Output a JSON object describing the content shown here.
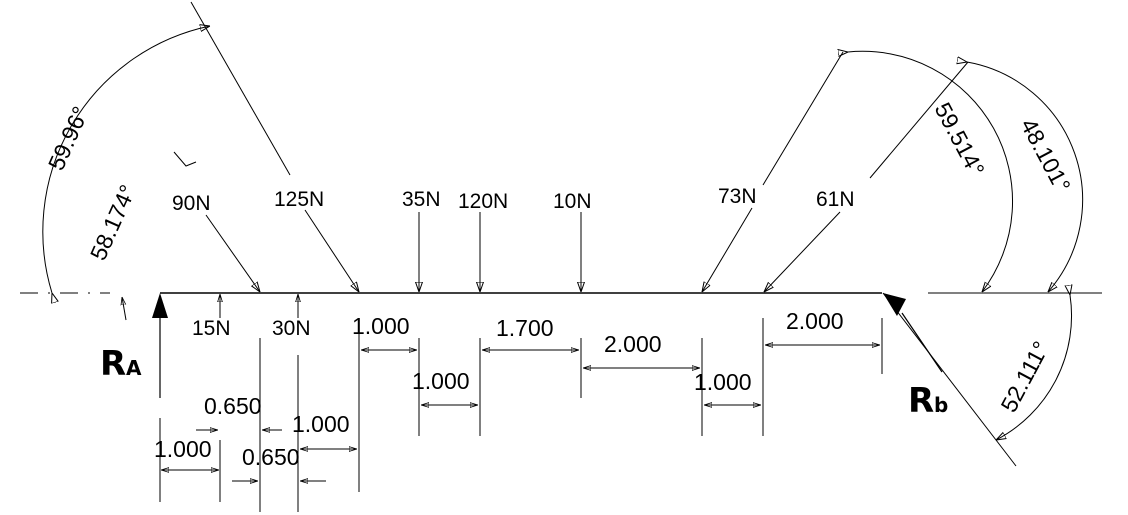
{
  "forces": {
    "f90": "90N",
    "f125": "125N",
    "f35": "35N",
    "f120": "120N",
    "f10": "10N",
    "f73": "73N",
    "f61": "61N",
    "f15": "15N",
    "f30": "30N"
  },
  "dimensions": {
    "d1": "1.000",
    "d2": "0.650",
    "d3": "0.650",
    "d4": "1.000",
    "d5": "1.000",
    "d6": "1.000",
    "d7": "1.700",
    "d8": "2.000",
    "d9": "1.000",
    "d10": "2.000"
  },
  "angles": {
    "a1": "59.96°",
    "a2": "58.174°",
    "a3": "59.514°",
    "a4": "48.101°",
    "a5": "52.111°"
  },
  "reactions": {
    "ra_main": "R",
    "ra_sub": "A",
    "rb_main": "R",
    "rb_sub": "b"
  }
}
